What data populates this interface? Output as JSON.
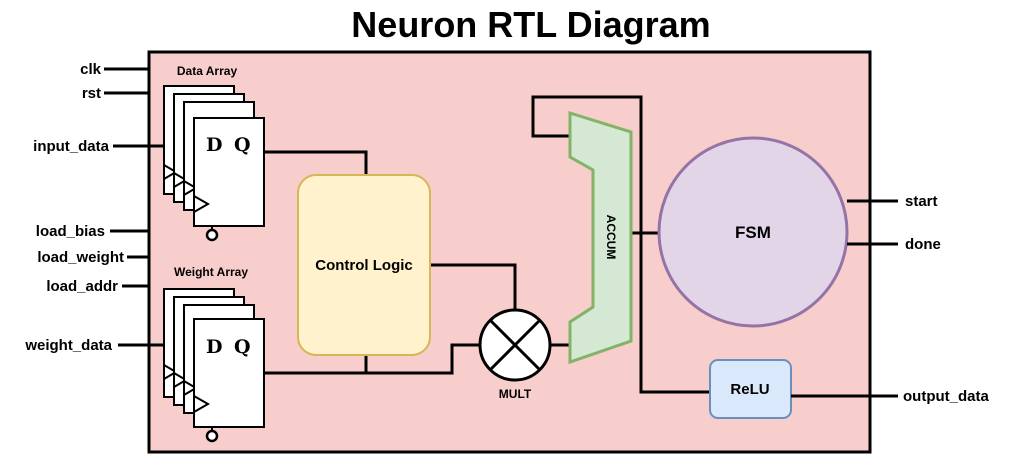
{
  "title": "Neuron RTL Diagram",
  "inputs": {
    "clk": "clk",
    "rst": "rst",
    "input_data": "input_data",
    "load_bias": "load_bias",
    "load_weight": "load_weight",
    "load_addr": "load_addr",
    "weight_data": "weight_data"
  },
  "outputs": {
    "start": "start",
    "done": "done",
    "output_data": "output_data"
  },
  "blocks": {
    "data_array": "Data Array",
    "weight_array": "Weight Array",
    "ff_d": "D",
    "ff_q": "Q",
    "control_logic": "Control Logic",
    "mult": "MULT",
    "accum": "ACCUM",
    "fsm": "FSM",
    "relu": "ReLU"
  },
  "colors": {
    "module_fill": "#f8cecc",
    "control_fill": "#fff2cc",
    "control_stroke": "#d6b656",
    "accum_fill": "#d5e8d4",
    "accum_stroke": "#82b366",
    "fsm_fill": "#e1d5e7",
    "fsm_stroke": "#9673a6",
    "relu_fill": "#dae8fc",
    "relu_stroke": "#6c8ebf"
  }
}
